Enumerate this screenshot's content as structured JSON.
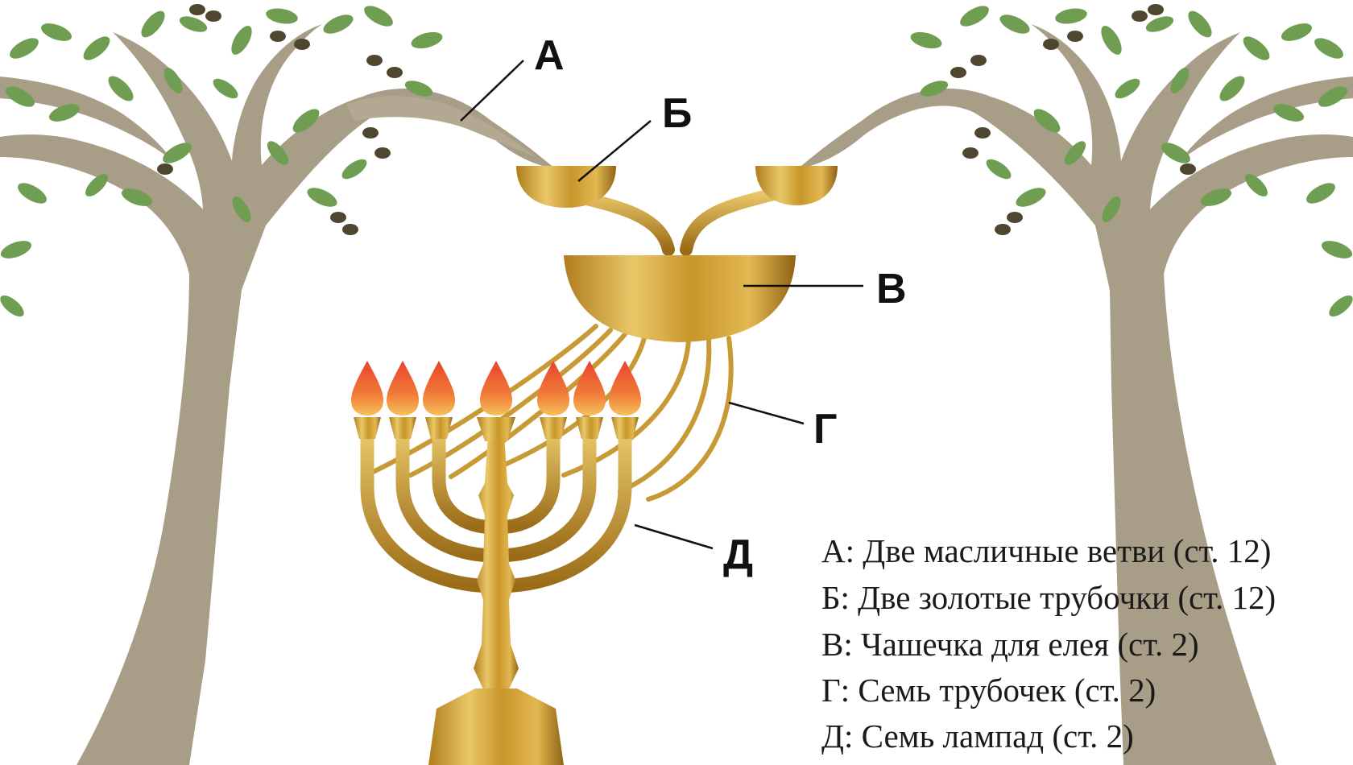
{
  "callouts": {
    "a": "А",
    "b": "Б",
    "v": "В",
    "g": "Г",
    "d": "Д"
  },
  "legend": [
    "А: Две масличные ветви (ст. 12)",
    "Б: Две золотые трубочки (ст. 12)",
    "В: Чашечка для елея (ст. 2)",
    "Г: Семь трубочек (ст. 2)",
    "Д: Семь лампад (ст. 2)"
  ],
  "colors": {
    "trunk": "#a89d86",
    "leaf": "#6f9d52",
    "olive": "#4f4630",
    "gold_light": "#e9c768",
    "gold": "#c8962a",
    "gold_dark": "#8f6414",
    "flame_outer": "#e8442b",
    "flame_inner": "#f6a24a",
    "leader": "#111111"
  }
}
